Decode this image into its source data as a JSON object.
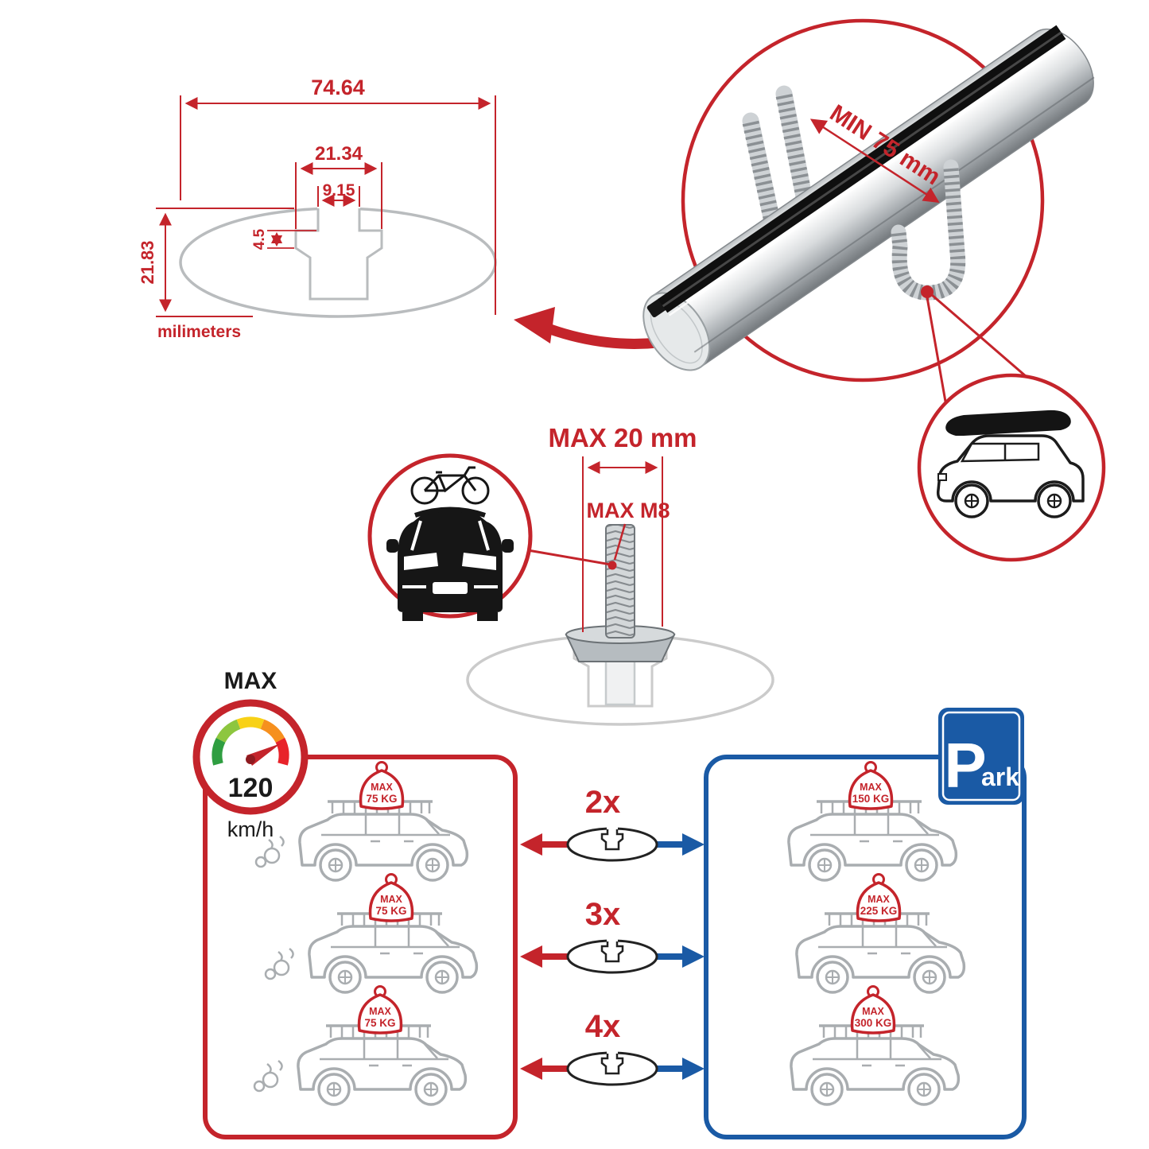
{
  "colors": {
    "red": "#c4242b",
    "blue": "#1a5aa5",
    "drawing_gray": "#b9bcbe",
    "car_gray": "#a9adb0",
    "black": "#1a1a1a"
  },
  "cross_section_dimensions": {
    "total_width": "74.64",
    "channel_width": "21.34",
    "slot_width": "9.15",
    "lip_depth": "4.5",
    "total_height": "21.83",
    "units_label": "milimeters"
  },
  "bar_callout": {
    "min_clearance_label": "MIN 75 mm"
  },
  "bolt_callout": {
    "max_length_label": "MAX 20 mm",
    "max_thread_label": "MAX M8"
  },
  "speed_limit": {
    "heading": "MAX",
    "value": "120",
    "unit": "km/h"
  },
  "driving_panel": {
    "cars": [
      {
        "tag_line1": "MAX",
        "tag_line2": "75 KG"
      },
      {
        "tag_line1": "MAX",
        "tag_line2": "75 KG"
      },
      {
        "tag_line1": "MAX",
        "tag_line2": "75 KG"
      }
    ]
  },
  "crossbar_counts": [
    {
      "label": "2x"
    },
    {
      "label": "3x"
    },
    {
      "label": "4x"
    }
  ],
  "parking_panel": {
    "sign_letter": "P",
    "sign_rest": "ark",
    "cars": [
      {
        "tag_line1": "MAX",
        "tag_line2": "150 KG"
      },
      {
        "tag_line1": "MAX",
        "tag_line2": "225 KG"
      },
      {
        "tag_line1": "MAX",
        "tag_line2": "300 KG"
      }
    ]
  }
}
